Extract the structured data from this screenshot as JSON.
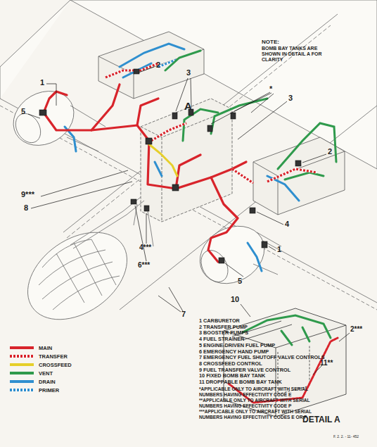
{
  "diagram": {
    "labels": [
      "NOTE:",
      "BOMB BAY TANKS ARE SHOWN IN DETAIL A FOR CLARITY",
      "1",
      "2",
      "3",
      "A",
      "*",
      "3",
      "5",
      "9***",
      "8",
      "2",
      "4",
      "1",
      "5",
      "4***",
      "6***",
      "7",
      "10",
      "2***",
      "11**",
      "1 CARBURETOR",
      "2 TRANSFER PUMP",
      "3 BOOSTER PUMPS",
      "4 FUEL STRAINER",
      "5 ENGINE-DRIVEN FUEL PUMP",
      "6 EMERGENCY HAND PUMP",
      "7 EMERGENCY FUEL SHUTOFF VALVE CONTROLS",
      "8 CROSSFEED CONTROL",
      "9 FUEL TRANSFER VALVE CONTROL",
      "10 FIXED BOMB BAY TANK",
      "11 DROPPABLE BOMB BAY TANK",
      "*APPLICABLE ONLY TO AIRCRAFT WITH SERIAL NUMBERS HAVING EFFECTIVITY CODE E",
      "**APPLICABLE ONLY TO AIRCRAFT WITH SERIAL NUMBERS HAVING EFFECTIVITY CODE P",
      "***APPLICABLE ONLY TO AIRCRAFT WITH SERIAL NUMBERS HAVING EFFECTIVITY CODES E OR P",
      "DETAIL A",
      "F. 2. 2. - 11- 452"
    ],
    "legend": [
      {
        "text": "MAIN",
        "color": "#d8242b"
      },
      {
        "text": "TRANSFER"
      },
      {
        "text": "CROSSFEED",
        "color": "#e6cf2a"
      },
      {
        "text": "VENT",
        "color": "#2f9a4c"
      },
      {
        "text": "DRAIN",
        "color": "#2f8fcf"
      },
      {
        "text": "PRIMER"
      }
    ]
  }
}
